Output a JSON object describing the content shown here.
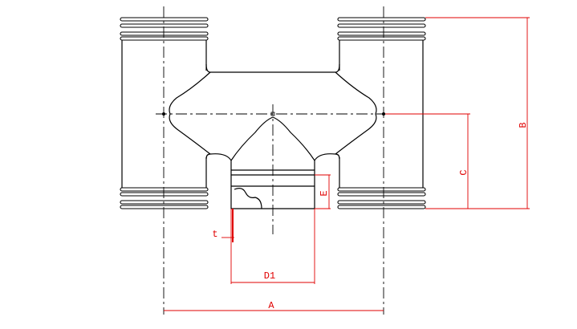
{
  "drawing": {
    "colors": {
      "outline": "#000000",
      "dimension": "#e00000"
    },
    "dimensions": {
      "A": "A",
      "B": "B",
      "C": "C",
      "D1": "D1",
      "E": "E",
      "t": "t"
    }
  }
}
